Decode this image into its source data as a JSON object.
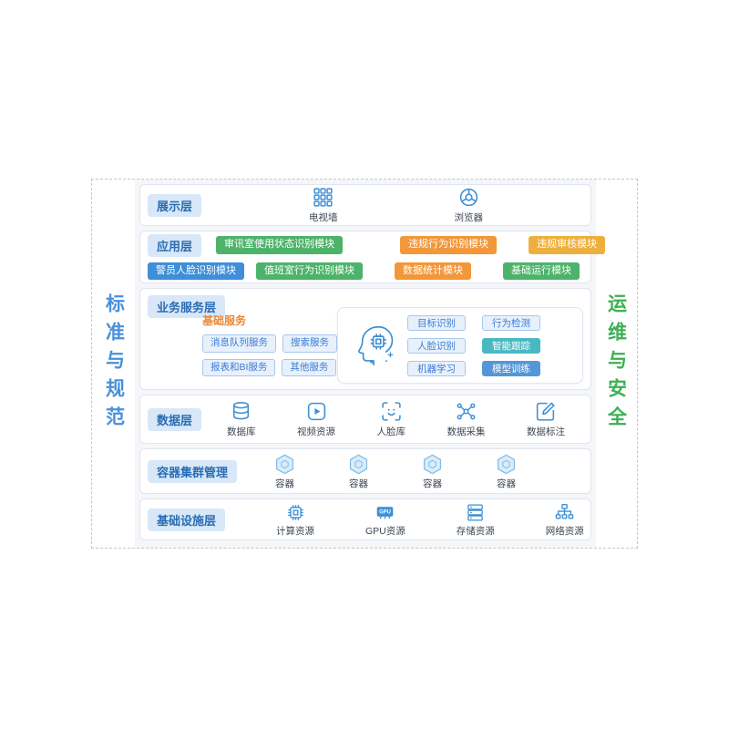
{
  "sidebars": {
    "left": {
      "label": "标准与规范"
    },
    "right": {
      "label": "运维与安全"
    }
  },
  "layers": {
    "presentation": {
      "label": "展示层",
      "items": [
        {
          "label": "电视墙",
          "icon": "tv-wall-icon"
        },
        {
          "label": "浏览器",
          "icon": "browser-icon"
        }
      ]
    },
    "application": {
      "label": "应用层",
      "row1": [
        {
          "label": "审讯室使用状态识别模块",
          "color": "green"
        },
        {
          "label": "违规行为识别模块",
          "color": "orange"
        },
        {
          "label": "违规审核模块",
          "color": "amber"
        }
      ],
      "row2": [
        {
          "label": "警员人脸识别模块",
          "color": "blue"
        },
        {
          "label": "值班室行为识别模块",
          "color": "green"
        },
        {
          "label": "数据统计模块",
          "color": "orange"
        },
        {
          "label": "基础运行模块",
          "color": "green"
        }
      ]
    },
    "business": {
      "label": "业务服务层",
      "basic_title": "基础服务",
      "basic_services": [
        {
          "label": "消息队列服务"
        },
        {
          "label": "搜索服务"
        },
        {
          "label": "报表和BI服务"
        },
        {
          "label": "其他服务"
        }
      ],
      "ai_services": [
        {
          "label": "目标识别",
          "style": "light"
        },
        {
          "label": "行为检测",
          "style": "light"
        },
        {
          "label": "人脸识别",
          "style": "light"
        },
        {
          "label": "智能跟踪",
          "style": "teal"
        },
        {
          "label": "机器学习",
          "style": "light"
        },
        {
          "label": "模型训练",
          "style": "blue"
        }
      ]
    },
    "data": {
      "label": "数据层",
      "items": [
        {
          "label": "数据库",
          "icon": "database-icon"
        },
        {
          "label": "视频资源",
          "icon": "video-icon"
        },
        {
          "label": "人脸库",
          "icon": "face-library-icon"
        },
        {
          "label": "数据采集",
          "icon": "data-collect-icon"
        },
        {
          "label": "数据标注",
          "icon": "data-annotation-icon"
        }
      ]
    },
    "container": {
      "label": "容器集群管理",
      "items": [
        {
          "label": "容器"
        },
        {
          "label": "容器"
        },
        {
          "label": "容器"
        },
        {
          "label": "容器"
        }
      ]
    },
    "infrastructure": {
      "label": "基础设施层",
      "gpu_chip_text": "GPU",
      "items": [
        {
          "label": "计算资源",
          "icon": "cpu-icon"
        },
        {
          "label": "GPU资源",
          "icon": "gpu-icon"
        },
        {
          "label": "存储资源",
          "icon": "storage-icon"
        },
        {
          "label": "网络资源",
          "icon": "network-icon"
        }
      ]
    }
  },
  "colors": {
    "module_green": "#4db36a",
    "module_orange": "#f2973a",
    "module_amber": "#eeb03c",
    "module_blue": "#3e8ed8",
    "icon_accent": "#3d8fd4",
    "badge_bg": "#d8e8f8",
    "badge_text": "#2a6cb3",
    "left_title": "#4a90d9",
    "right_title": "#3cb054",
    "basic_title": "#e8883b"
  }
}
